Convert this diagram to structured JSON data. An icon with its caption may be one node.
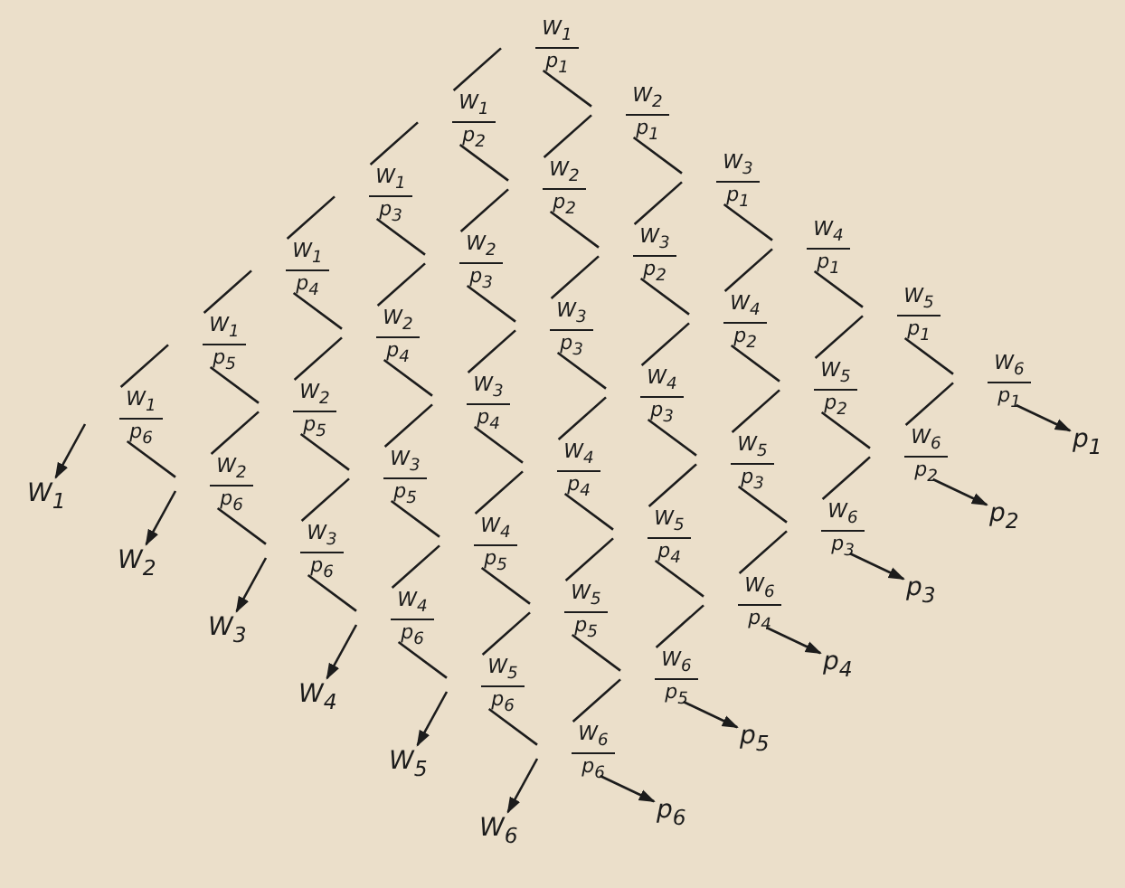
{
  "diagram": {
    "nodes": [
      {
        "text": [
          "W$_{1}$",
          "p$_{1}$"
        ]
      },
      {
        "text": [
          "W$_{1}$",
          "p$_{2}$"
        ]
      },
      {
        "text": [
          "W$_{1}$",
          "p$_{3}$"
        ]
      },
      {
        "text": [
          "W$_{1}$",
          "p$_{4}$"
        ]
      },
      {
        "text": [
          "W$_{1}$",
          "p$_{5}$"
        ]
      },
      {
        "text": [
          "W$_{1}$",
          "p$_{6}$"
        ]
      },
      {
        "text": [
          "W$_{2}$",
          "p$_{1}$"
        ]
      },
      {
        "text": [
          "W$_{2}$",
          "p$_{2}$"
        ]
      },
      {
        "text": [
          "W$_{2}$",
          "p$_{3}$"
        ]
      },
      {
        "text": [
          "W$_{2}$",
          "p$_{4}$"
        ]
      },
      {
        "text": [
          "W$_{2}$",
          "p$_{5}$"
        ]
      },
      {
        "text": [
          "W$_{2}$",
          "p$_{6}$"
        ]
      },
      {
        "text": [
          "W$_{3}$",
          "p$_{1}$"
        ]
      },
      {
        "text": [
          "W$_{3}$",
          "p$_{2}$"
        ]
      },
      {
        "text": [
          "W$_{3}$",
          "p$_{3}$"
        ]
      },
      {
        "text": [
          "W$_{3}$",
          "p$_{4}$"
        ]
      },
      {
        "text": [
          "W$_{3}$",
          "p$_{5}$"
        ]
      },
      {
        "text": [
          "W$_{3}$",
          "p$_{6}$"
        ]
      },
      {
        "text": [
          "W$_{4}$",
          "p$_{1}$"
        ]
      },
      {
        "text": [
          "W$_{4}$",
          "p$_{2}$"
        ]
      },
      {
        "text": [
          "W$_{4}$",
          "p$_{3}$"
        ]
      },
      {
        "text": [
          "W$_{4}$",
          "p$_{4}$"
        ]
      },
      {
        "text": [
          "W$_{4}$",
          "p$_{5}$"
        ]
      },
      {
        "text": [
          "W$_{4}$",
          "p$_{6}$"
        ]
      },
      {
        "text": [
          "W$_{5}$",
          "p$_{1}$"
        ]
      },
      {
        "text": [
          "W$_{5}$",
          "p$_{2}$"
        ]
      },
      {
        "text": [
          "W$_{5}$",
          "p$_{3}$"
        ]
      },
      {
        "text": [
          "W$_{5}$",
          "p$_{4}$"
        ]
      },
      {
        "text": [
          "W$_{5}$",
          "p$_{5}$"
        ]
      },
      {
        "text": [
          "W$_{5}$",
          "p$_{6}$"
        ]
      },
      {
        "text": [
          "W$_{6}$",
          "p$_{1}$"
        ]
      },
      {
        "text": [
          "W$_{6}$",
          "p$_{2}$"
        ]
      },
      {
        "text": [
          "W$_{6}$",
          "p$_{3}$"
        ]
      },
      {
        "text": [
          "W$_{6}$",
          "p$_{4}$"
        ]
      },
      {
        "text": [
          "W$_{6}$",
          "p$_{5}$"
        ]
      },
      {
        "text": [
          "W$_{6}$",
          "p$_{6}$"
        ]
      },
      {
        "text": [
          "W$_{1}$"
        ]
      },
      {
        "text": [
          "W$_{2}$"
        ]
      },
      {
        "text": [
          "W$_{3}$"
        ]
      },
      {
        "text": [
          "W$_{4}$"
        ]
      },
      {
        "text": [
          "W$_{5}$"
        ]
      },
      {
        "text": [
          "W$_{6}$"
        ]
      },
      {
        "text": [
          "p$_{1}$"
        ]
      },
      {
        "text": [
          "p$_{2}$"
        ]
      },
      {
        "text": [
          "p$_{3}$"
        ]
      },
      {
        "text": [
          "p$_{4}$"
        ]
      },
      {
        "text": [
          "p$_{5}$"
        ]
      },
      {
        "text": [
          "p$_{6}$"
        ]
      }
    ],
    "edges": [
      {
        "from": 0,
        "to": 1,
        "arrow": "none"
      },
      {
        "from": 1,
        "to": 2,
        "arrow": "none"
      },
      {
        "from": 2,
        "to": 3,
        "arrow": "none"
      },
      {
        "from": 3,
        "to": 4,
        "arrow": "none"
      },
      {
        "from": 4,
        "to": 5,
        "arrow": "none"
      },
      {
        "from": 5,
        "to": 36,
        "arrow": "to"
      },
      {
        "from": 6,
        "to": 7,
        "arrow": "none"
      },
      {
        "from": 7,
        "to": 8,
        "arrow": "none"
      },
      {
        "from": 8,
        "to": 9,
        "arrow": "none"
      },
      {
        "from": 9,
        "to": 10,
        "arrow": "none"
      },
      {
        "from": 10,
        "to": 11,
        "arrow": "none"
      },
      {
        "from": 11,
        "to": 37,
        "arrow": "to"
      },
      {
        "from": 12,
        "to": 13,
        "arrow": "none"
      },
      {
        "from": 13,
        "to": 14,
        "arrow": "none"
      },
      {
        "from": 14,
        "to": 15,
        "arrow": "none"
      },
      {
        "from": 15,
        "to": 16,
        "arrow": "none"
      },
      {
        "from": 16,
        "to": 17,
        "arrow": "none"
      },
      {
        "from": 17,
        "to": 38,
        "arrow": "to"
      },
      {
        "from": 18,
        "to": 19,
        "arrow": "none"
      },
      {
        "from": 19,
        "to": 20,
        "arrow": "none"
      },
      {
        "from": 20,
        "to": 21,
        "arrow": "none"
      },
      {
        "from": 21,
        "to": 22,
        "arrow": "none"
      },
      {
        "from": 22,
        "to": 23,
        "arrow": "none"
      },
      {
        "from": 23,
        "to": 39,
        "arrow": "to"
      },
      {
        "from": 24,
        "to": 25,
        "arrow": "none"
      },
      {
        "from": 25,
        "to": 26,
        "arrow": "none"
      },
      {
        "from": 26,
        "to": 27,
        "arrow": "none"
      },
      {
        "from": 27,
        "to": 28,
        "arrow": "none"
      },
      {
        "from": 28,
        "to": 29,
        "arrow": "none"
      },
      {
        "from": 29,
        "to": 40,
        "arrow": "to"
      },
      {
        "from": 30,
        "to": 31,
        "arrow": "none"
      },
      {
        "from": 31,
        "to": 32,
        "arrow": "none"
      },
      {
        "from": 32,
        "to": 33,
        "arrow": "none"
      },
      {
        "from": 33,
        "to": 34,
        "arrow": "none"
      },
      {
        "from": 34,
        "to": 35,
        "arrow": "none"
      },
      {
        "from": 35,
        "to": 41,
        "arrow": "to"
      },
      {
        "from": 0,
        "to": 6,
        "arrow": "none"
      },
      {
        "from": 6,
        "to": 12,
        "arrow": "none"
      },
      {
        "from": 12,
        "to": 18,
        "arrow": "none"
      },
      {
        "from": 18,
        "to": 24,
        "arrow": "none"
      },
      {
        "from": 24,
        "to": 30,
        "arrow": "none"
      },
      {
        "from": 30,
        "to": 42,
        "arrow": "to"
      },
      {
        "from": 1,
        "to": 7,
        "arrow": "none"
      },
      {
        "from": 7,
        "to": 13,
        "arrow": "none"
      },
      {
        "from": 13,
        "to": 19,
        "arrow": "none"
      },
      {
        "from": 19,
        "to": 25,
        "arrow": "none"
      },
      {
        "from": 25,
        "to": 31,
        "arrow": "none"
      },
      {
        "from": 31,
        "to": 43,
        "arrow": "to"
      },
      {
        "from": 2,
        "to": 8,
        "arrow": "none"
      },
      {
        "from": 8,
        "to": 14,
        "arrow": "none"
      },
      {
        "from": 14,
        "to": 20,
        "arrow": "none"
      },
      {
        "from": 20,
        "to": 26,
        "arrow": "none"
      },
      {
        "from": 26,
        "to": 32,
        "arrow": "none"
      },
      {
        "from": 32,
        "to": 44,
        "arrow": "to"
      },
      {
        "from": 3,
        "to": 9,
        "arrow": "none"
      },
      {
        "from": 9,
        "to": 15,
        "arrow": "none"
      },
      {
        "from": 15,
        "to": 21,
        "arrow": "none"
      },
      {
        "from": 21,
        "to": 27,
        "arrow": "none"
      },
      {
        "from": 27,
        "to": 33,
        "arrow": "none"
      },
      {
        "from": 33,
        "to": 45,
        "arrow": "to"
      },
      {
        "from": 4,
        "to": 10,
        "arrow": "none"
      },
      {
        "from": 10,
        "to": 16,
        "arrow": "none"
      },
      {
        "from": 16,
        "to": 22,
        "arrow": "none"
      },
      {
        "from": 22,
        "to": 28,
        "arrow": "none"
      },
      {
        "from": 28,
        "to": 34,
        "arrow": "none"
      },
      {
        "from": 34,
        "to": 46,
        "arrow": "to"
      },
      {
        "from": 5,
        "to": 11,
        "arrow": "none"
      },
      {
        "from": 11,
        "to": 17,
        "arrow": "none"
      },
      {
        "from": 17,
        "to": 23,
        "arrow": "none"
      },
      {
        "from": 23,
        "to": 29,
        "arrow": "none"
      },
      {
        "from": 29,
        "to": 35,
        "arrow": "none"
      },
      {
        "from": 35,
        "to": 47,
        "arrow": "to"
      }
    ]
  }
}
